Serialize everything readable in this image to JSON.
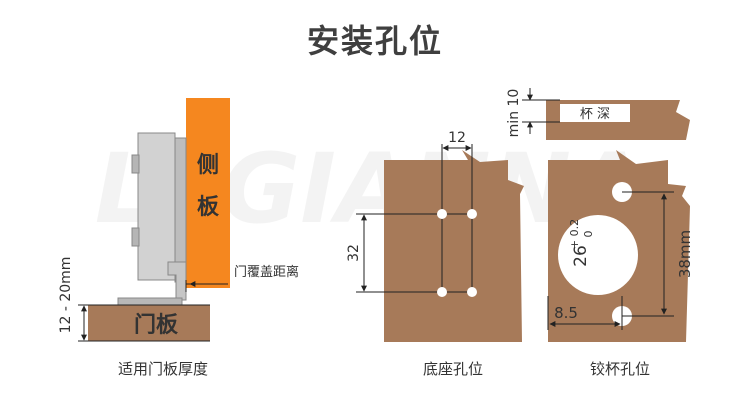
{
  "title": "安装孔位",
  "watermark": "LEGIANNA",
  "colors": {
    "wood": "#a77a59",
    "orange": "#f5871f",
    "metal": "#c8c8c8",
    "line": "#222222",
    "text": "#333333"
  },
  "panel1": {
    "side_panel_label": "侧板",
    "door_panel_label": "门板",
    "overlay_label": "门覆盖距离",
    "thickness_label": "12 - 20mm",
    "caption": "适用门板厚度"
  },
  "panel2": {
    "width_label": "12",
    "height_label": "32",
    "caption": "底座孔位"
  },
  "panel3": {
    "cup_depth_label": "杯 深",
    "min_depth_label": "min 10",
    "diameter_label": "26",
    "tolerance_upper": "+ 0.2",
    "tolerance_lower": "0",
    "distance_label": "38mm",
    "offset_label": "8.5",
    "caption": "铰杯孔位"
  }
}
